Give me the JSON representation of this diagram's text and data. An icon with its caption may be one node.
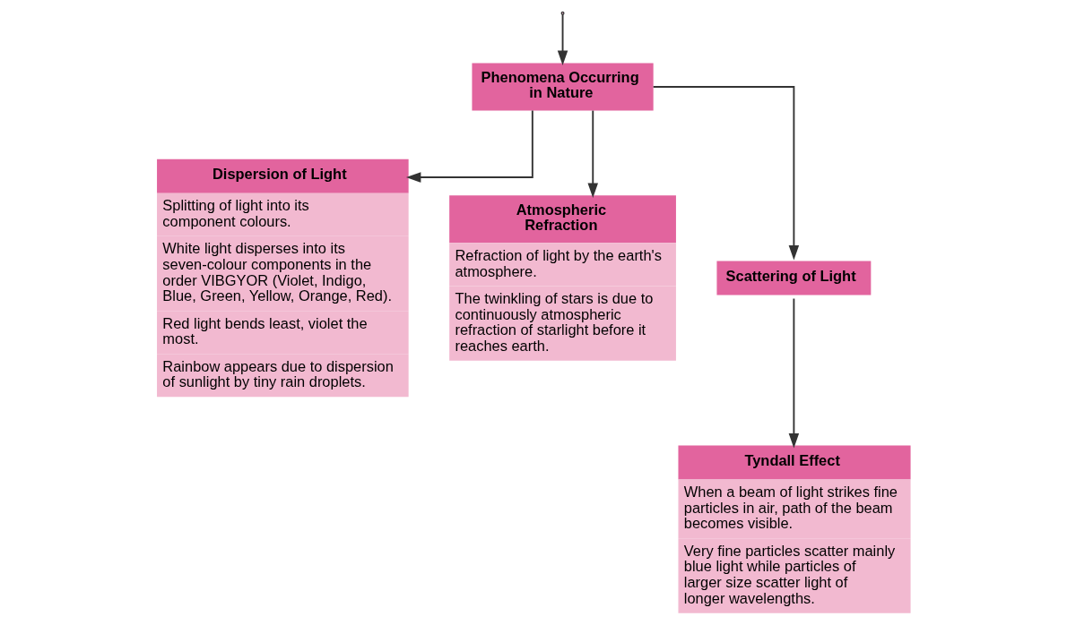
{
  "diagram": {
    "nodes": [
      {
        "text": [
          "Phenomena Occurring in Nature"
        ]
      },
      {
        "text": [
          "Dispersion of Light",
          "Splitting of light into its component colours.",
          "White light disperses into its seven-colour components in the order VIBGYOR (Violet, Indigo, Blue, Green, Yellow, Orange, Red).",
          "Red light bends least, violet the most.",
          "Rainbow appears due to dispersion of sunlight by tiny rain droplets."
        ]
      },
      {
        "text": [
          "Atmospheric Refraction",
          "Refraction of light by the earth's atmosphere.",
          "The twinkling of stars is due to continuously atmospheric refraction of starlight before it reaches earth."
        ]
      },
      {
        "text": [
          "Scattering of Light"
        ]
      },
      {
        "text": [
          "Tyndall Effect",
          "When a beam of light strikes fine particles in air, path of the beam becomes visible.",
          "Very fine particles scatter mainly blue light while particles of larger size scatter light of longer wavelengths."
        ]
      }
    ],
    "edges": [
      {
        "from": null,
        "to": 0,
        "arrow": "to"
      },
      {
        "from": 0,
        "to": 1,
        "arrow": "to"
      },
      {
        "from": 0,
        "to": 2,
        "arrow": "to"
      },
      {
        "from": 0,
        "to": 3,
        "arrow": "to"
      },
      {
        "from": 3,
        "to": 4,
        "arrow": "to"
      }
    ]
  }
}
